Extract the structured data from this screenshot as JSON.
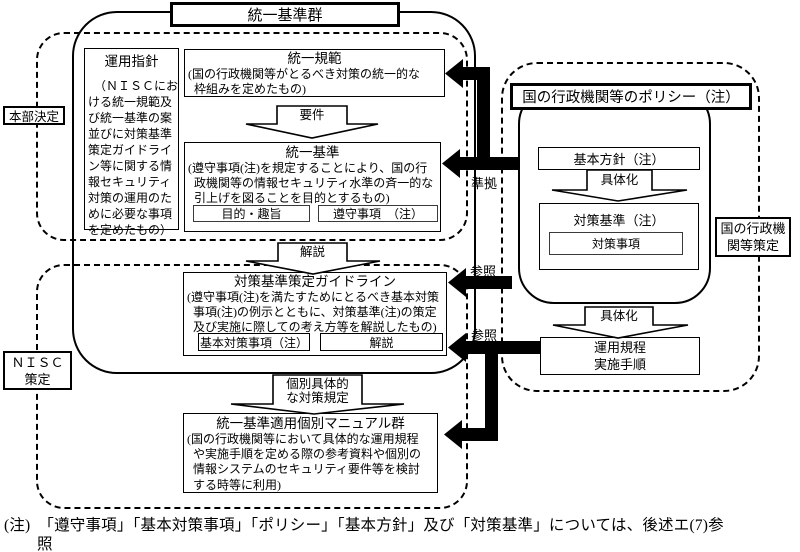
{
  "title": "統一基準群",
  "labels": {
    "honbu": "本部決定",
    "nisc1": "ＮＩＳＣ",
    "nisc2": "策定",
    "kuni1": "国の行政機",
    "kuni2": "関等策定"
  },
  "unyo_shishin": {
    "title": "運用指針",
    "lines": [
      "（ＮＩＳＣにお",
      "ける統一規範及",
      "び統一基準の案",
      "並びに対策基準",
      "策定ガイドライ",
      "ン等に関する情",
      "報セキュリティ",
      "対策の運用のた",
      "めに必要な事項",
      "を定めたもの）"
    ]
  },
  "kihan": {
    "title": "統一規範",
    "lines": [
      "(国の行政機関等がとるべき対策の統一的な",
      "枠組みを定めたもの)"
    ]
  },
  "kijun": {
    "title": "統一基準",
    "lines": [
      "(遵守事項(注)を規定することにより、国の行",
      "政機関等の情報セキュリティ水準の斉一的な",
      "引上げを図ることを目的とするもの)"
    ],
    "sub1": "目的・趣旨",
    "sub2": "遵守事項　（注）"
  },
  "guideline": {
    "title": "対策基準策定ガイドライン",
    "lines": [
      "(遵守事項(注)を満たすためにとるべき基本対策",
      "事項(注)の例示とともに、対策基準(注)の策定",
      "及び実施に際しての考え方等を解説したもの)"
    ],
    "sub1": "基本対策事項（注）",
    "sub2": "解説"
  },
  "manual": {
    "title": "統一基準適用個別マニュアル群",
    "lines": [
      "(国の行政機関等において具体的な運用規程",
      "や実施手順を定める際の参考資料や個別の",
      "情報システムのセキュリティ要件等を検討",
      "する時等に利用)"
    ]
  },
  "policy": {
    "title": "国の行政機関等のポリシー（注）",
    "kihon_hoshin": "基本方針（注）",
    "taisaku_kijun": "対策基準（注）",
    "taisaku_jiko": "対策事項",
    "unyo1": "運用規程",
    "unyo2": "実施手順"
  },
  "arrows": {
    "yoken": "要件",
    "kaisetsu": "解説",
    "gutaika1": "具体化",
    "gutaika2": "具体化",
    "junkyo": "準拠",
    "sansho1": "参照",
    "sansho2": "参照",
    "kobetsu1": "個別具体的",
    "kobetsu2": "な対策規定"
  },
  "note": {
    "l1": "(注)　「遵守事項」「基本対策事項」「ポリシー」「基本方針」及び「対策基準」については、後述エ(7)参",
    "l2": "照"
  }
}
